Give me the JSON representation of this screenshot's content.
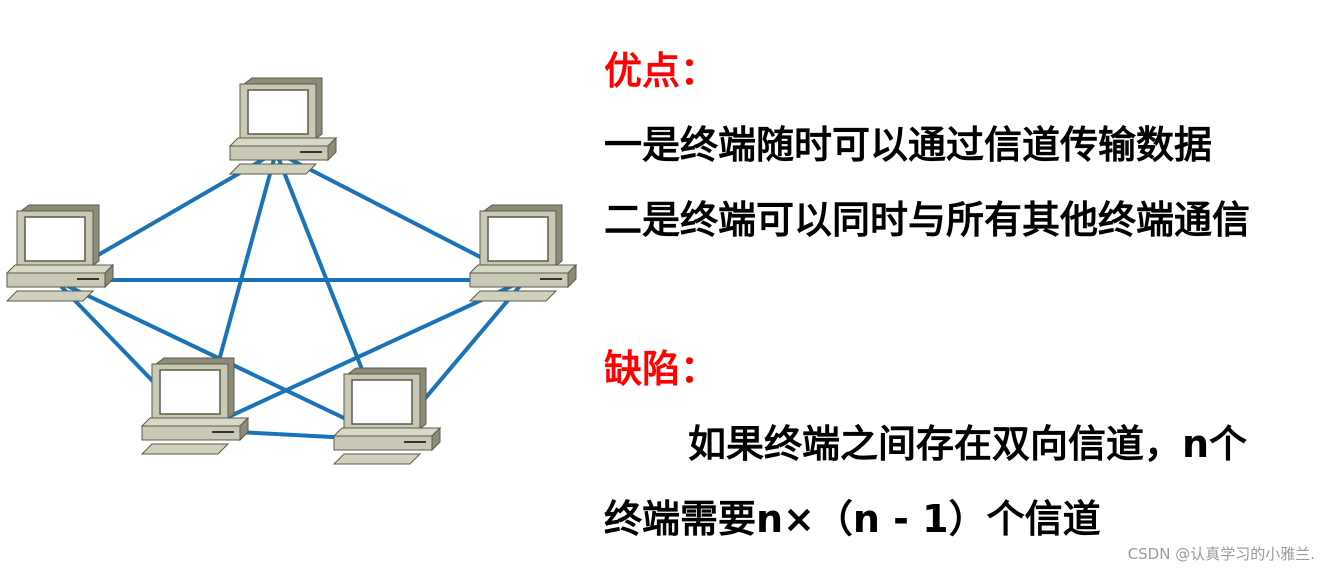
{
  "advantages": {
    "title": "优点：",
    "lines": [
      "一是终端随时可以通过信道传输数据",
      "二是终端可以同时与所有其他终端通信"
    ]
  },
  "disadvantages": {
    "title": "缺陷：",
    "lines": [
      "如果终端之间存在双向信道，n个",
      "终端需要n×（n - 1）个信道"
    ]
  },
  "watermark": "CSDN @认真学习的小雅兰.",
  "colors": {
    "heading": "#ff0000",
    "link": "#1a73b8",
    "computer_body": "#c8c8b4",
    "screen": "#ffffff"
  },
  "diagram": {
    "topology": "full-mesh",
    "node_icon": "computer-icon",
    "nodes": [
      "top",
      "left",
      "right",
      "bottom-left",
      "bottom-right"
    ],
    "links": [
      [
        0,
        1
      ],
      [
        0,
        2
      ],
      [
        0,
        3
      ],
      [
        0,
        4
      ],
      [
        1,
        2
      ],
      [
        1,
        3
      ],
      [
        1,
        4
      ],
      [
        2,
        3
      ],
      [
        2,
        4
      ],
      [
        3,
        4
      ]
    ]
  }
}
